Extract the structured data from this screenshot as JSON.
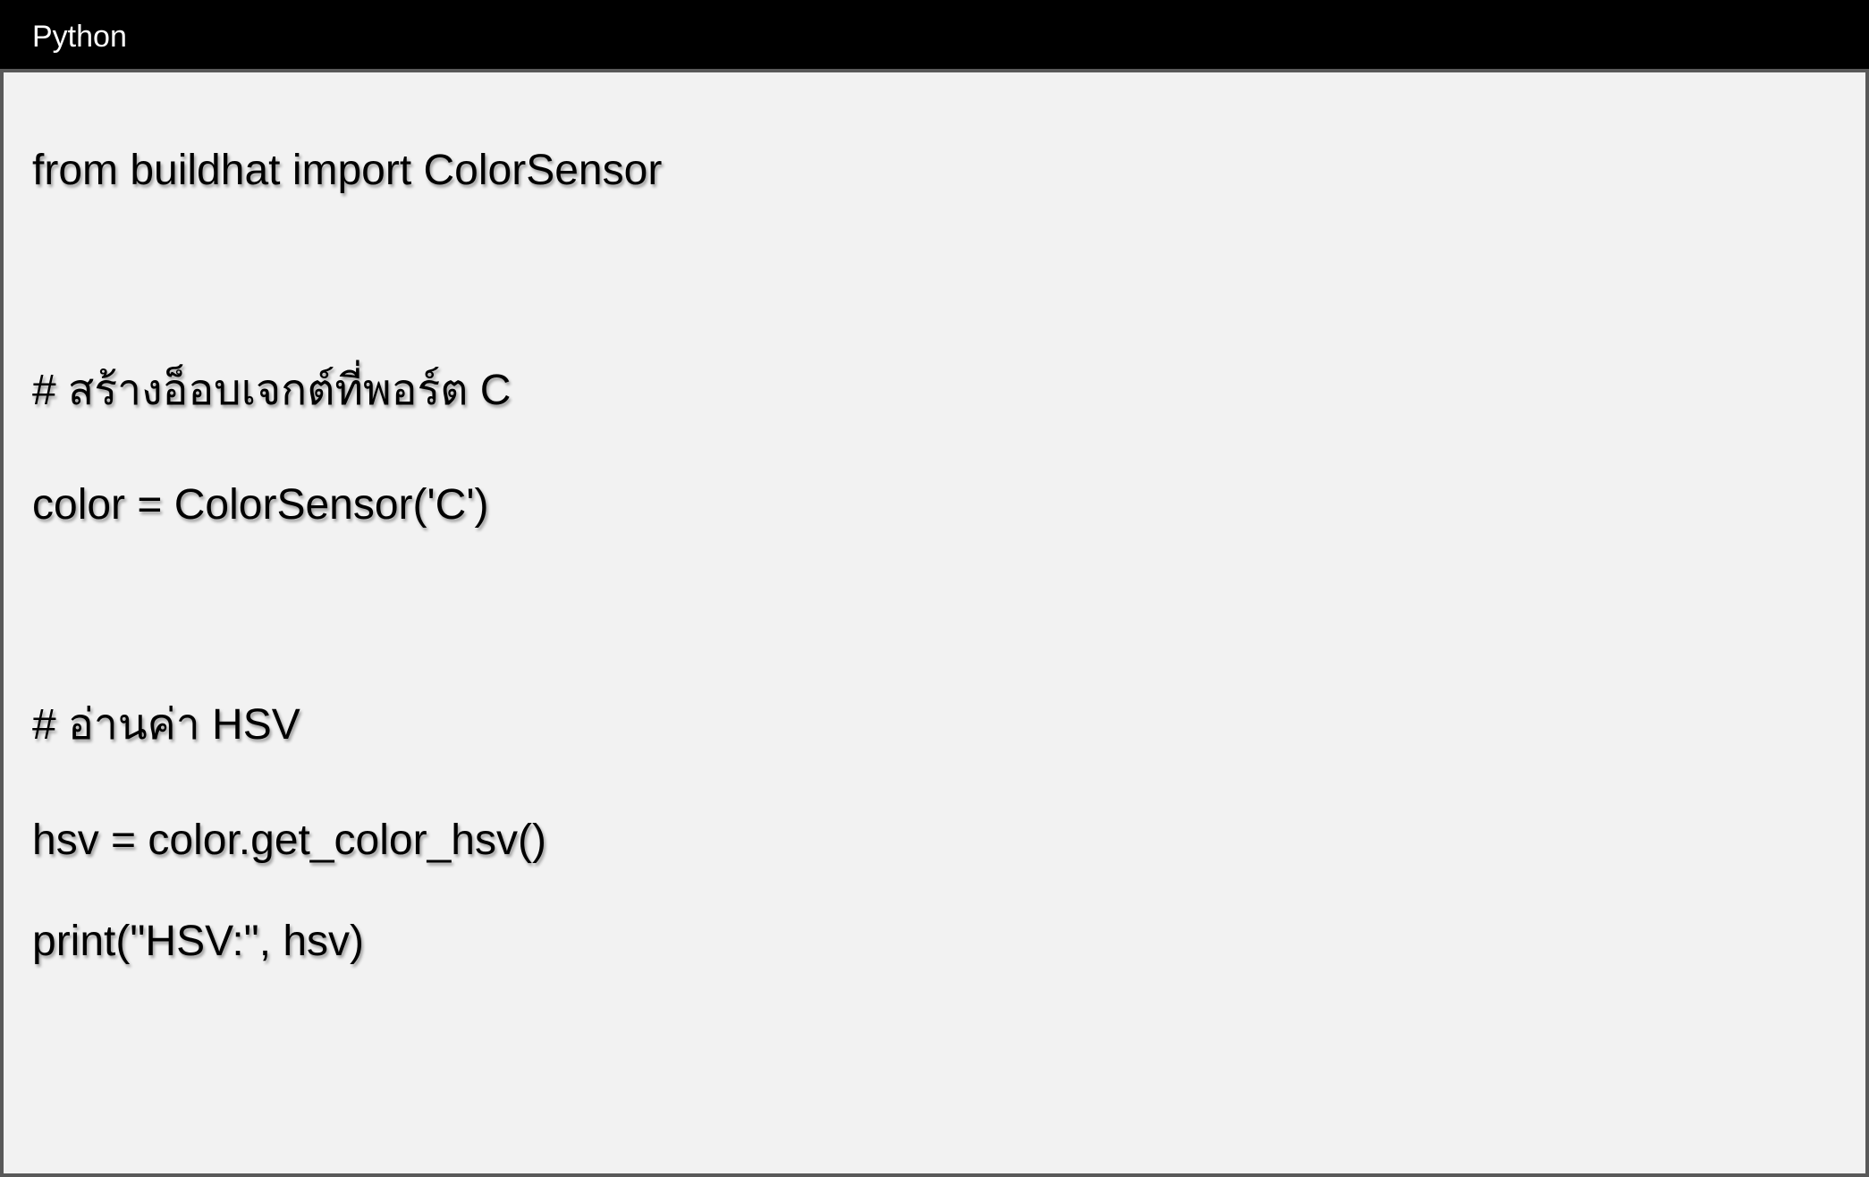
{
  "header": {
    "title": "Python"
  },
  "code": {
    "lines": [
      "from buildhat import ColorSensor",
      "# สร้างอ็อบเจกต์ที่พอร์ต C",
      "color = ColorSensor('C')",
      "# อ่านค่า HSV",
      "hsv = color.get_color_hsv()",
      "print(\"HSV:\", hsv)"
    ]
  }
}
